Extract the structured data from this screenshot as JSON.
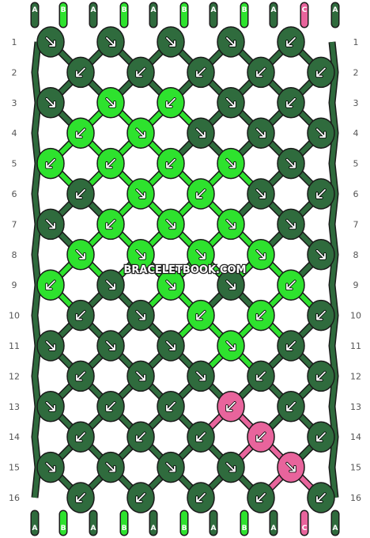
{
  "site_watermark": "BRACELETBOOK.COM",
  "colors": {
    "A": "#2f6b3d",
    "B": "#2ee22e",
    "C": "#e8649c",
    "outline": "#1a1a1a",
    "arrow": "#ffffff",
    "background": "#ffffff"
  },
  "strings_top": [
    "A",
    "B",
    "A",
    "B",
    "A",
    "B",
    "A",
    "B",
    "A",
    "C",
    "A"
  ],
  "strings_bottom": [
    "A",
    "B",
    "A",
    "B",
    "A",
    "B",
    "A",
    "B",
    "A",
    "C",
    "A"
  ],
  "row_numbers": [
    "1",
    "2",
    "3",
    "4",
    "5",
    "6",
    "7",
    "8",
    "9",
    "10",
    "11",
    "12",
    "13",
    "14",
    "15",
    "16"
  ],
  "knot_rows": [
    {
      "row": "1",
      "knots": [
        {
          "c": "A",
          "d": "R"
        },
        {
          "c": "A",
          "d": "R"
        },
        {
          "c": "A",
          "d": "R"
        },
        {
          "c": "A",
          "d": "R"
        },
        {
          "c": "A",
          "d": "L"
        }
      ]
    },
    {
      "row": "2",
      "knots": [
        {
          "c": "A",
          "d": "L"
        },
        {
          "c": "A",
          "d": "L"
        },
        {
          "c": "A",
          "d": "L"
        },
        {
          "c": "A",
          "d": "L"
        },
        {
          "c": "A",
          "d": "L"
        }
      ]
    },
    {
      "row": "3",
      "knots": [
        {
          "c": "A",
          "d": "R"
        },
        {
          "c": "B",
          "d": "R"
        },
        {
          "c": "B",
          "d": "L"
        },
        {
          "c": "A",
          "d": "R"
        },
        {
          "c": "A",
          "d": "L"
        }
      ]
    },
    {
      "row": "4",
      "knots": [
        {
          "c": "B",
          "d": "L"
        },
        {
          "c": "B",
          "d": "R"
        },
        {
          "c": "A",
          "d": "R"
        },
        {
          "c": "A",
          "d": "R"
        },
        {
          "c": "A",
          "d": "R"
        }
      ]
    },
    {
      "row": "5",
      "knots": [
        {
          "c": "B",
          "d": "L"
        },
        {
          "c": "B",
          "d": "L"
        },
        {
          "c": "B",
          "d": "L"
        },
        {
          "c": "B",
          "d": "R"
        },
        {
          "c": "A",
          "d": "R"
        }
      ]
    },
    {
      "row": "6",
      "knots": [
        {
          "c": "A",
          "d": "L"
        },
        {
          "c": "B",
          "d": "R"
        },
        {
          "c": "B",
          "d": "L"
        },
        {
          "c": "A",
          "d": "R"
        },
        {
          "c": "A",
          "d": "L"
        }
      ]
    },
    {
      "row": "7",
      "knots": [
        {
          "c": "A",
          "d": "R"
        },
        {
          "c": "B",
          "d": "L"
        },
        {
          "c": "B",
          "d": "R"
        },
        {
          "c": "B",
          "d": "R"
        },
        {
          "c": "A",
          "d": "R"
        }
      ]
    },
    {
      "row": "8",
      "knots": [
        {
          "c": "B",
          "d": "R"
        },
        {
          "c": "B",
          "d": "R"
        },
        {
          "c": "B",
          "d": "R"
        },
        {
          "c": "B",
          "d": "R"
        },
        {
          "c": "A",
          "d": "R"
        }
      ]
    },
    {
      "row": "9",
      "knots": [
        {
          "c": "B",
          "d": "L"
        },
        {
          "c": "A",
          "d": "R"
        },
        {
          "c": "B",
          "d": "R"
        },
        {
          "c": "A",
          "d": "R"
        },
        {
          "c": "B",
          "d": "L"
        }
      ]
    },
    {
      "row": "10",
      "knots": [
        {
          "c": "A",
          "d": "L"
        },
        {
          "c": "A",
          "d": "R"
        },
        {
          "c": "B",
          "d": "L"
        },
        {
          "c": "B",
          "d": "L"
        },
        {
          "c": "A",
          "d": "L"
        }
      ]
    },
    {
      "row": "11",
      "knots": [
        {
          "c": "A",
          "d": "R"
        },
        {
          "c": "A",
          "d": "R"
        },
        {
          "c": "A",
          "d": "R"
        },
        {
          "c": "B",
          "d": "R"
        },
        {
          "c": "A",
          "d": "L"
        }
      ]
    },
    {
      "row": "12",
      "knots": [
        {
          "c": "A",
          "d": "L"
        },
        {
          "c": "A",
          "d": "R"
        },
        {
          "c": "A",
          "d": "R"
        },
        {
          "c": "A",
          "d": "L"
        },
        {
          "c": "A",
          "d": "L"
        }
      ]
    },
    {
      "row": "13",
      "knots": [
        {
          "c": "A",
          "d": "R"
        },
        {
          "c": "A",
          "d": "L"
        },
        {
          "c": "A",
          "d": "L"
        },
        {
          "c": "C",
          "d": "L"
        },
        {
          "c": "A",
          "d": "L"
        }
      ]
    },
    {
      "row": "14",
      "knots": [
        {
          "c": "A",
          "d": "L"
        },
        {
          "c": "A",
          "d": "L"
        },
        {
          "c": "A",
          "d": "L"
        },
        {
          "c": "C",
          "d": "L"
        },
        {
          "c": "A",
          "d": "L"
        }
      ]
    },
    {
      "row": "15",
      "knots": [
        {
          "c": "A",
          "d": "R"
        },
        {
          "c": "A",
          "d": "R"
        },
        {
          "c": "A",
          "d": "R"
        },
        {
          "c": "A",
          "d": "R"
        },
        {
          "c": "C",
          "d": "R"
        }
      ]
    },
    {
      "row": "16",
      "knots": [
        {
          "c": "A",
          "d": "L"
        },
        {
          "c": "A",
          "d": "L"
        },
        {
          "c": "A",
          "d": "L"
        },
        {
          "c": "A",
          "d": "L"
        },
        {
          "c": "A",
          "d": "L"
        }
      ]
    }
  ]
}
